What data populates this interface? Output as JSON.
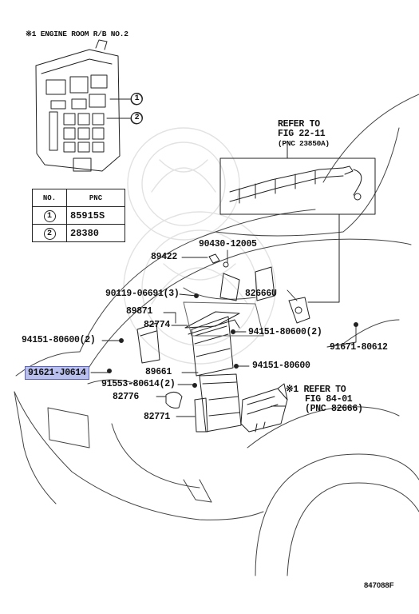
{
  "box_title": "※1 ENGINE ROOM  R/B NO.2",
  "pnc_table": {
    "headers": [
      "NO.",
      "PNC"
    ],
    "rows": [
      {
        "no": "1",
        "pnc": "85915S"
      },
      {
        "no": "2",
        "pnc": "28380"
      }
    ]
  },
  "callouts": [
    "1",
    "2"
  ],
  "refer_top": [
    "REFER TO",
    "FIG 22-11",
    "(PNC 23850A)"
  ],
  "refer_bottom": [
    "※1  REFER TO",
    "FIG 84-01",
    "(PNC 82666)"
  ],
  "labels": {
    "p90430": "90430-12005",
    "p89422": "89422",
    "p90119": "90119-06691(3)",
    "p89871": "89871",
    "p82666u": "82666U",
    "p82774": "82774",
    "p94151_left": "94151-80600(2)",
    "p94151_right2": "94151-80600(2)",
    "p91671": "91671-80612",
    "p91621": "91621-J0614",
    "p89661": "89661",
    "p94151_single": "94151-80600",
    "p91553": "91553-80614(2)",
    "p82776": "82776",
    "p82771": "82771"
  },
  "figure_number": "847088F"
}
